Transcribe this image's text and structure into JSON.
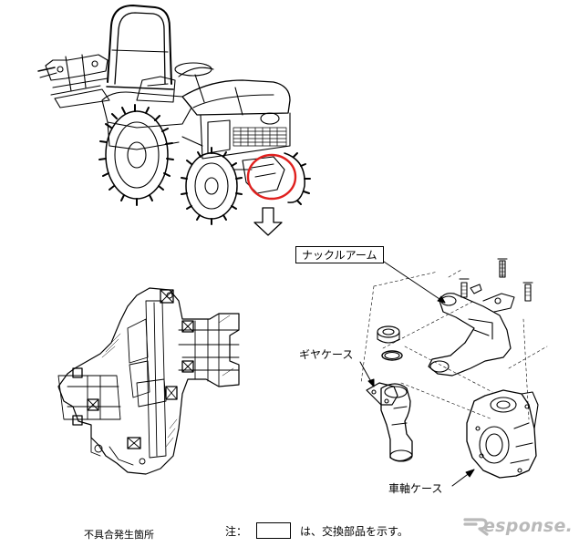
{
  "labels": {
    "knuckle_arm": "ナックルアーム",
    "gear_case": "ギヤケース",
    "axle_case": "車軸ケース"
  },
  "captions": {
    "defect_location": "不具合発生箇所",
    "note_prefix": "注：",
    "note_text": "は、交換部品を示す。"
  },
  "watermark": {
    "text": "esponse."
  },
  "colors": {
    "highlight_circle": "#e0201e",
    "line": "#000000",
    "watermark": "#b9b9b9"
  },
  "icons": [
    "down-arrow-icon",
    "response-logo-icon"
  ]
}
